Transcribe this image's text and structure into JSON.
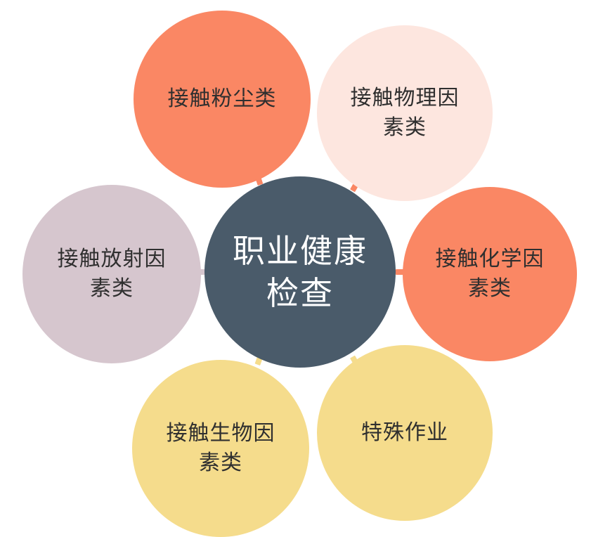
{
  "center": {
    "label": "职业健康\n检查",
    "color": "#4a5b6a"
  },
  "nodes": [
    {
      "id": "dust",
      "label": "接触粉尘类",
      "color": "#fa8764"
    },
    {
      "id": "physical",
      "label": "接触物理因\n素类",
      "color": "#fde6df"
    },
    {
      "id": "chemical",
      "label": "接触化学因\n素类",
      "color": "#fa8764"
    },
    {
      "id": "special-work",
      "label": "特殊作业",
      "color": "#f5dc8c"
    },
    {
      "id": "biological",
      "label": "接触生物因\n素类",
      "color": "#f5dc8c"
    },
    {
      "id": "radiation",
      "label": "接触放射因\n素类",
      "color": "#d6c6ce"
    }
  ]
}
